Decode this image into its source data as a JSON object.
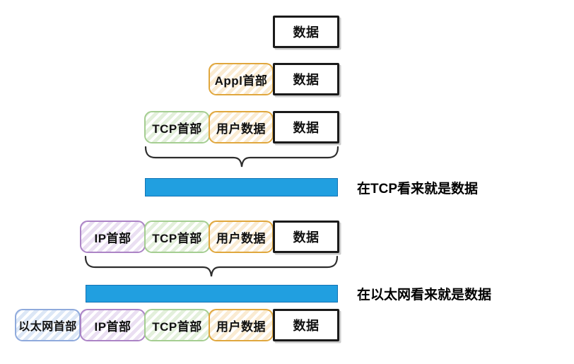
{
  "diagram": {
    "description": "TCP/IP protocol data encapsulation diagram",
    "rows": [
      {
        "segments": [
          {
            "label": "数据"
          }
        ]
      },
      {
        "segments": [
          {
            "label": "Appl首部"
          },
          {
            "label": "数据"
          }
        ]
      },
      {
        "segments": [
          {
            "label": "TCP首部"
          },
          {
            "label": "用户数据"
          },
          {
            "label": "数据"
          }
        ]
      },
      {
        "segments": [
          {
            "label": "IP首部"
          },
          {
            "label": "TCP首部"
          },
          {
            "label": "用户数据"
          },
          {
            "label": "数据"
          }
        ]
      },
      {
        "segments": [
          {
            "label": "以太网首部"
          },
          {
            "label": "IP首部"
          },
          {
            "label": "TCP首部"
          },
          {
            "label": "用户数据"
          },
          {
            "label": "数据"
          }
        ]
      }
    ],
    "annotations": [
      {
        "label": "在TCP看来就是数据"
      },
      {
        "label": "在以太网看来就是数据"
      }
    ]
  },
  "colors": {
    "appl_border": "#E0A73E",
    "appl_fill": "#FAEBD2",
    "tcp_border": "#A5CE92",
    "tcp_fill": "#E3F0DB",
    "ip_border": "#AC84C6",
    "ip_fill": "#EADFF2",
    "eth_border": "#8FAADC",
    "eth_fill": "#DCE7F6",
    "data_border": "#1A1A1A",
    "bar_fill": "#219FE0",
    "bar_border": "#1273B4"
  }
}
